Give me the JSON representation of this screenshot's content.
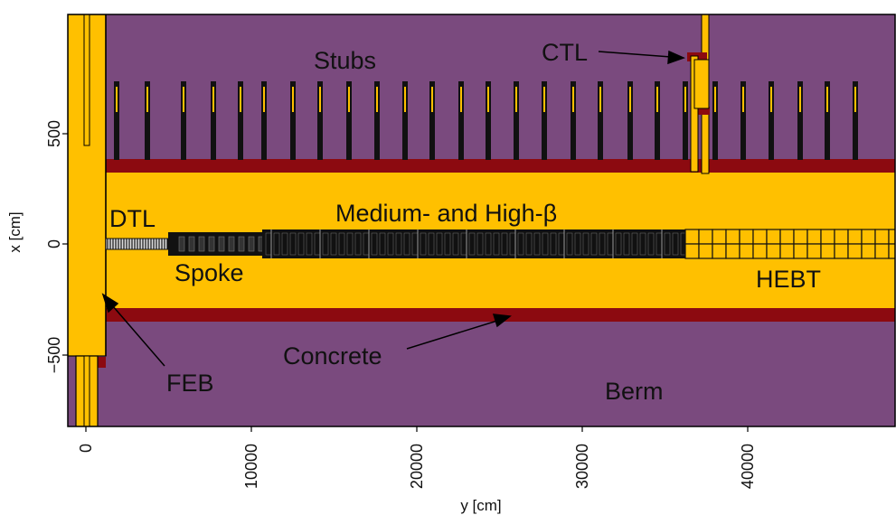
{
  "colors": {
    "berm": "#7a4a7e",
    "concrete": "#8c0a10",
    "tunnel": "#ffc000",
    "beamline": "#111111",
    "frame": "#000000"
  },
  "axes": {
    "xlabel": "y [cm]",
    "ylabel": "x [cm]",
    "x_ticks": [
      "0",
      "10000",
      "20000",
      "30000",
      "40000"
    ],
    "y_ticks": [
      "500",
      "0",
      "−500"
    ]
  },
  "labels": {
    "stubs": "Stubs",
    "ctl": "CTL",
    "dtl": "DTL",
    "medium_high_beta": "Medium- and High-β",
    "spoke": "Spoke",
    "hebt": "HEBT",
    "concrete": "Concrete",
    "feb": "FEB",
    "berm": "Berm"
  }
}
